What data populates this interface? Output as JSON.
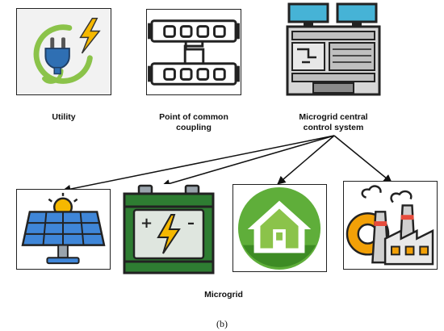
{
  "labels": {
    "utility": "Utility",
    "pcc_line1": "Point of common",
    "pcc_line2": "coupling",
    "mccs_line1": "Microgrid central",
    "mccs_line2": "control system",
    "microgrid": "Microgrid",
    "figure_caption": "(b)"
  },
  "icons": {
    "utility": "plug-lightning-icon",
    "pcc": "connection-panel-icon",
    "mccs": "server-rack-icon",
    "solar": "solar-panel-icon",
    "battery": "battery-icon",
    "home": "house-icon",
    "factory": "factory-icon"
  },
  "colors": {
    "green_ring": "#8bc34a",
    "plug_blue": "#2f6fb3",
    "lightning_yellow": "#f5b800",
    "screen_cyan": "#46b3d6",
    "panel_blue": "#3f86d8",
    "battery_green": "#2e7d32",
    "house_green": "#5fae3a",
    "gear_orange": "#f2a007"
  }
}
